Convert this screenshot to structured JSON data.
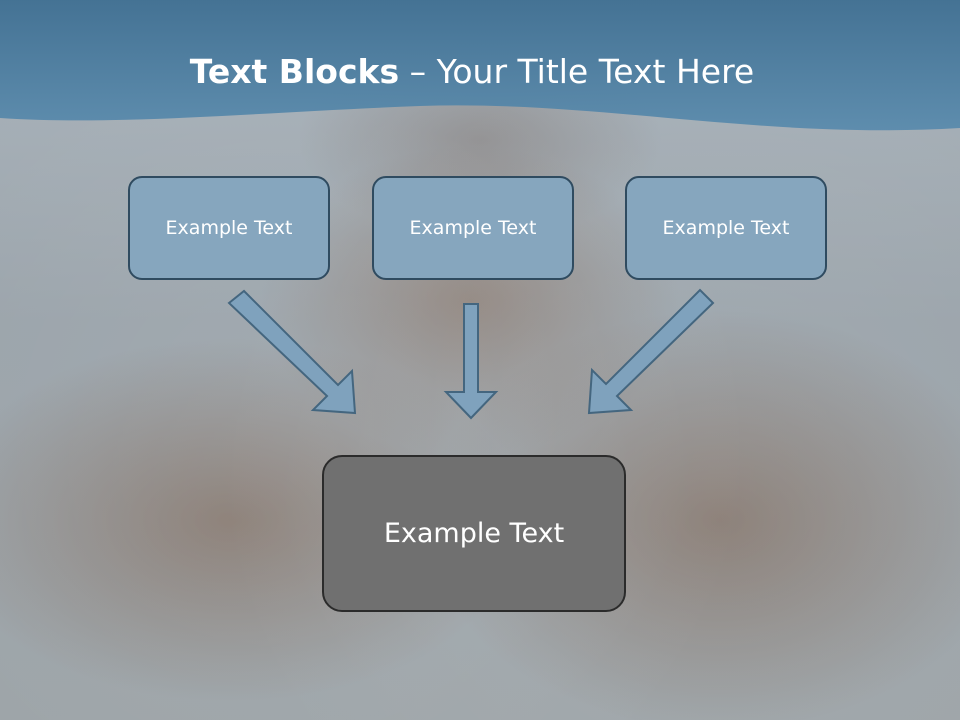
{
  "title": {
    "bold": "Text Blocks",
    "separator": " – ",
    "rest": "Your Title Text Here"
  },
  "boxes": [
    {
      "label": "Example Text"
    },
    {
      "label": "Example Text"
    },
    {
      "label": "Example Text"
    }
  ],
  "center_box": {
    "label": "Example Text"
  },
  "colors": {
    "banner": "#4f7fa1",
    "box_fill": "#86a6be",
    "box_border": "#2f4b60",
    "arrow_fill": "#7fa2bd",
    "arrow_stroke": "#44667f",
    "center_fill": "#707070"
  }
}
